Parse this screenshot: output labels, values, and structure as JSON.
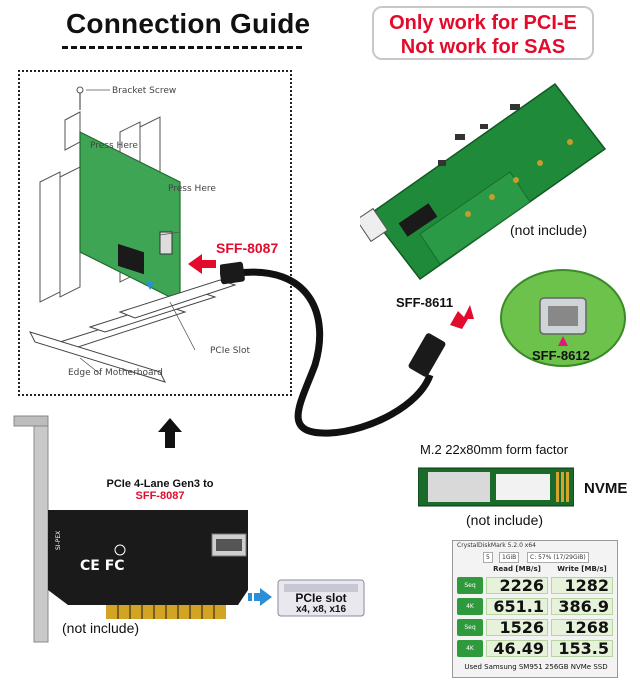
{
  "title": "Connection Guide",
  "notice": {
    "line1": "Only work for PCI-E",
    "line2": "Not work for SAS"
  },
  "diagram_labels": {
    "bracket_screw": "Bracket Screw",
    "press_here_1": "Press Here",
    "press_here_2": "Press Here",
    "pcie_slot": "PCIe Slot",
    "edge_of_motherboard": "Edge of Motherboard"
  },
  "sff8087_label": "SFF-8087",
  "sff8611_label": "SFF-8611",
  "sff8612_label": "SFF-8612",
  "not_include_board": "(not include)",
  "not_include_ssd": "(not include)",
  "not_include_card": "(not include)",
  "card_title_line1": "PCIe 4-Lane Gen3 to",
  "card_title_line2": "SFF-8087",
  "ssd_form_factor": "M.2 22x80mm form factor",
  "nvme_label": "NVME",
  "pcie_slot_badge": {
    "line1": "PCIe slot",
    "line2": "x4, x8, x16"
  },
  "crystaldisk": {
    "window_title": "CrystalDiskMark 5.2.0 x64",
    "controls": [
      "5",
      "1GiB",
      "C: 57% (17/29GiB)"
    ],
    "read_header": "Read [MB/s]",
    "write_header": "Write [MB/s]",
    "rows": [
      {
        "label": "Seq Q32T1",
        "read": "2226",
        "write": "1282"
      },
      {
        "label": "4K Q32T1",
        "read": "651.1",
        "write": "386.9"
      },
      {
        "label": "Seq",
        "read": "1526",
        "write": "1268"
      },
      {
        "label": "4K",
        "read": "46.49",
        "write": "153.5"
      }
    ],
    "footer": "Used Samsung SM951 256GB NVMe SSD"
  },
  "colors": {
    "accent_red": "#e30b2c",
    "pcb_green": "#1f8a3a",
    "card_black": "#1a1a1a",
    "arrow_blue": "#2a8fd8"
  }
}
